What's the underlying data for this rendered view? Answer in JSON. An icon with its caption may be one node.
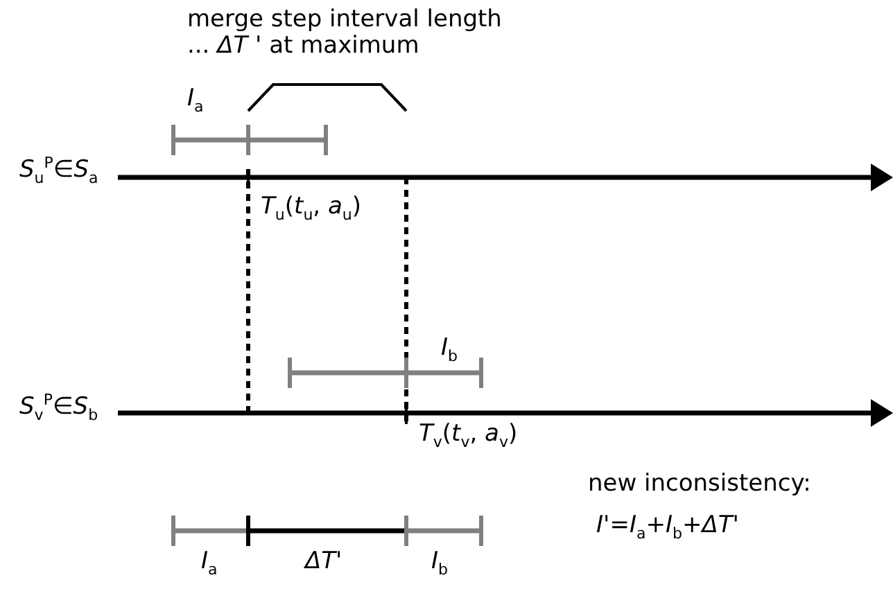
{
  "diagram": {
    "labels": [
      "merge step interval length ... *ΔT* ' at maximum",
      "*I*$_{a}$",
      "*S*$_{u}$$^{P}$∈*S*$_{a}$",
      "*T*$_{u}$(*t*$_{u}$, *a*$_{u}$)",
      "*I*$_{b}$",
      "*S*$_{v}$$^{P}$∈*S*$_{b}$",
      "*T*$_{v}$(*t*$_{v}$, *a*$_{v}$)",
      "new inconsistency:",
      "*I*'=*I*$_{a}$+*I*$_{b}$+*ΔT*'",
      "*I*$_{a}$",
      "*ΔT*'",
      "*I*$_{b}$"
    ]
  }
}
